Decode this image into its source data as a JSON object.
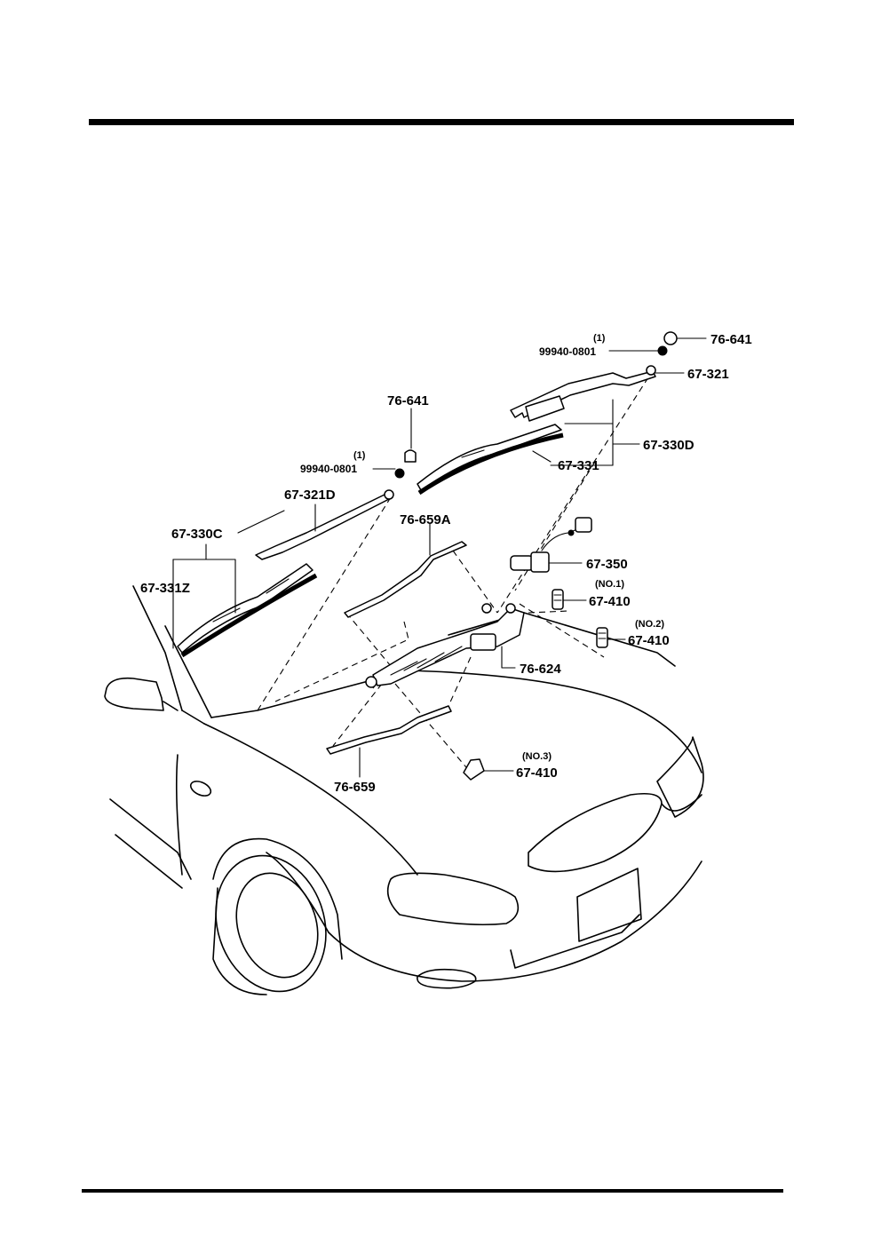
{
  "labels": {
    "cap_right": "76-641",
    "nut_right_qty": "(1)",
    "nut_right_pn": "99940-0801",
    "arm_right": "67-321",
    "blade_assy_right": "67-330D",
    "blade_rubber_right": "67-331",
    "cap_left": "76-641",
    "nut_left_qty": "(1)",
    "nut_left_pn": "99940-0801",
    "arm_left": "67-321D",
    "blade_assy_left": "67-330C",
    "blade_rubber_left": "67-331Z",
    "link_a": "76-659A",
    "motor": "67-350",
    "nozzle_no1_tag": "(NO.1)",
    "nozzle_no1": "67-410",
    "nozzle_no2_tag": "(NO.2)",
    "nozzle_no2": "67-410",
    "linkage": "76-624",
    "nozzle_no3_tag": "(NO.3)",
    "nozzle_no3": "67-410",
    "link": "76-659"
  }
}
